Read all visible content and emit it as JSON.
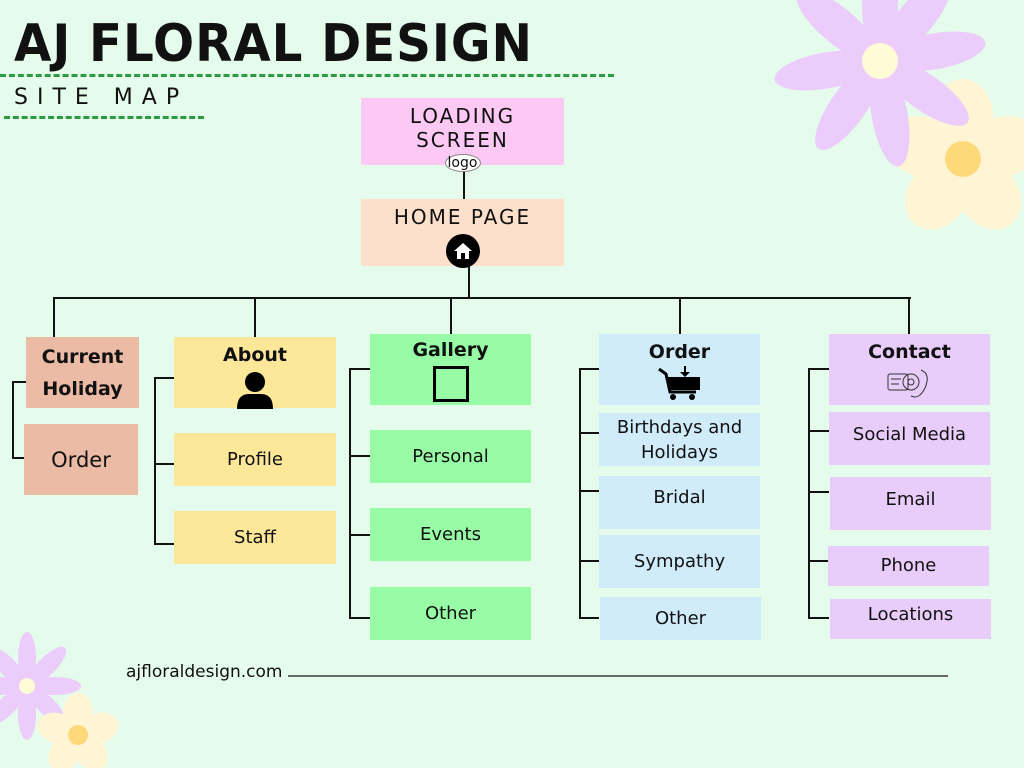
{
  "header": {
    "title": "AJ FLORAL DESIGN",
    "subtitle": "SITE MAP"
  },
  "colors": {
    "background": "#e5fcec",
    "accent_dash": "#2e9a44",
    "loading": "#fbc9f3",
    "home": "#fde0cc",
    "current_holiday": "#ecbba5",
    "about": "#fde89a",
    "gallery": "#98fca6",
    "order": "#d0ecfb",
    "contact": "#e8cdfa"
  },
  "top": {
    "loading_screen": {
      "label": "LOADING SCREEN",
      "logo": "logo"
    },
    "home_page": {
      "label": "HOME PAGE",
      "icon": "home-icon"
    }
  },
  "sections": [
    {
      "id": "current-holiday",
      "label": "Current Holiday",
      "icon": null,
      "children": [
        "Order"
      ]
    },
    {
      "id": "about",
      "label": "About",
      "icon": "person-icon",
      "children": [
        "Profile",
        "Staff"
      ]
    },
    {
      "id": "gallery",
      "label": "Gallery",
      "icon": "image-icon",
      "children": [
        "Personal",
        "Events",
        "Other"
      ]
    },
    {
      "id": "order",
      "label": "Order",
      "icon": "shopping-cart-icon",
      "children": [
        "Birthdays and Holidays",
        "Bridal",
        "Sympathy",
        "Other"
      ]
    },
    {
      "id": "contact",
      "label": "Contact",
      "icon": "email-phone-icon",
      "children": [
        "Social Media",
        "Email",
        "Phone",
        "Locations"
      ]
    }
  ],
  "footer": {
    "website": "ajfloraldesign.com"
  }
}
